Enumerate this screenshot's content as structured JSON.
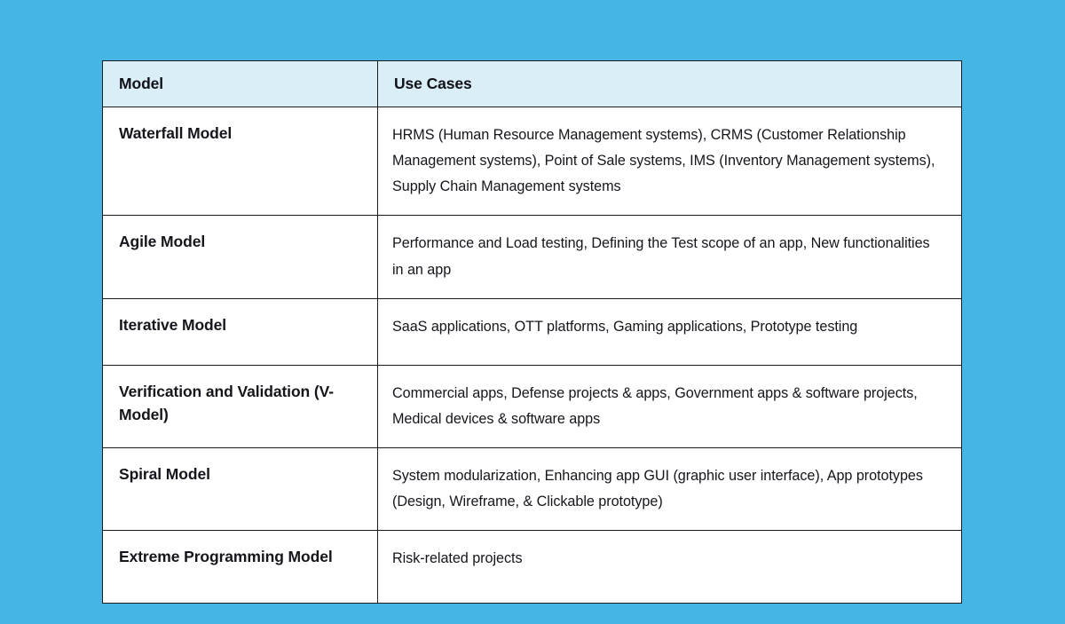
{
  "page": {
    "background_color": "#45b5e3",
    "table_background": "#ffffff",
    "header_background": "#daeef7",
    "border_color": "#1b1b22",
    "text_color": "#15151c"
  },
  "table": {
    "columns": [
      {
        "key": "model",
        "label": "Model"
      },
      {
        "key": "use_cases",
        "label": "Use Cases"
      }
    ],
    "rows": [
      {
        "model": "Waterfall Model",
        "use_cases": "HRMS (Human Resource Management systems), CRMS (Customer Relationship Management systems), Point of Sale systems, IMS (Inventory Management systems), Supply Chain Management systems"
      },
      {
        "model": "Agile Model",
        "use_cases": "Performance and Load testing, Defining the Test scope of an app, New functionalities in an app"
      },
      {
        "model": "Iterative Model",
        "use_cases": "SaaS applications, OTT platforms, Gaming applications, Prototype testing"
      },
      {
        "model": "Verification and Validation (V-Model)",
        "use_cases": "Commercial apps, Defense projects & apps, Government apps & software projects, Medical devices & software apps"
      },
      {
        "model": "Spiral Model",
        "use_cases": "System modularization, Enhancing app GUI (graphic user interface), App prototypes (Design, Wireframe, & Clickable prototype)"
      },
      {
        "model": "Extreme Programming Model",
        "use_cases": "Risk-related projects"
      }
    ]
  }
}
